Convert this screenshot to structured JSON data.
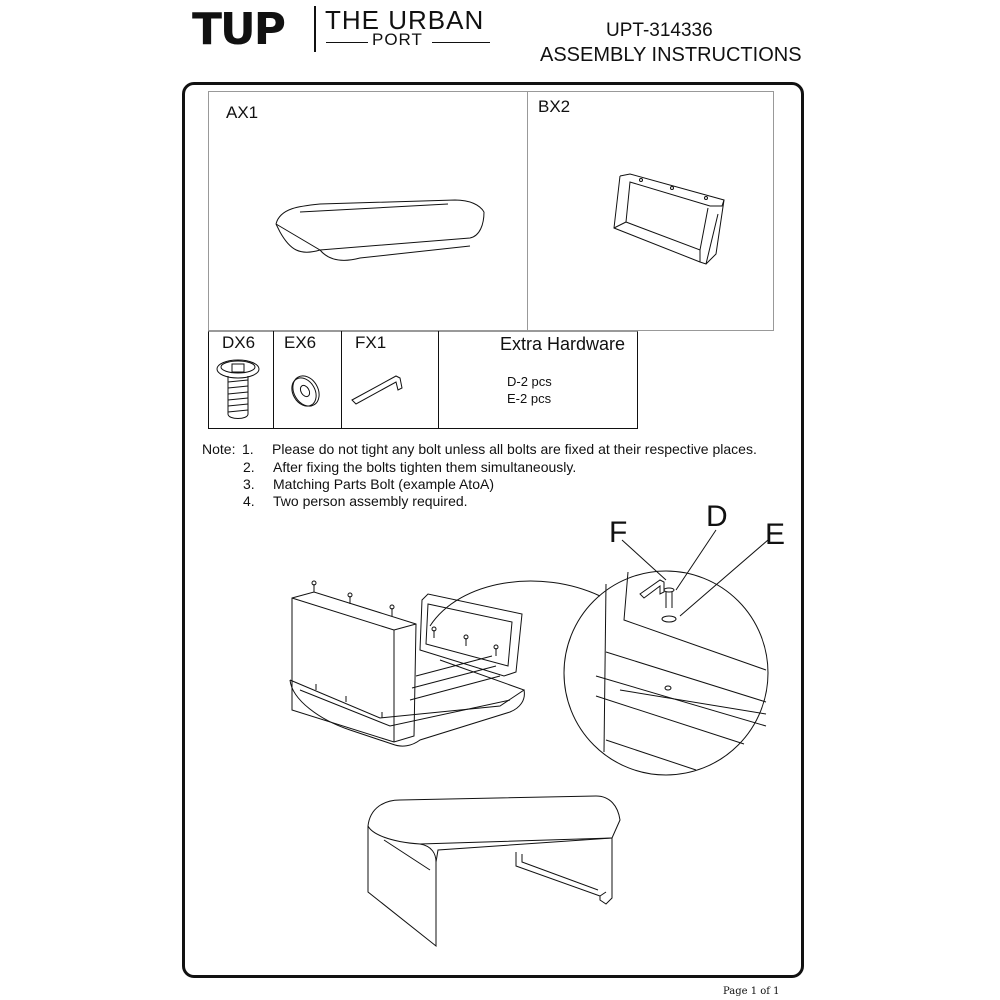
{
  "header": {
    "logo_mark": "TUP",
    "brand_line1": "THE URBAN",
    "brand_line2": "PORT",
    "doc_code": "UPT-314336",
    "doc_title": "ASSEMBLY INSTRUCTIONS"
  },
  "parts": [
    {
      "label": "AX1"
    },
    {
      "label": "BX2"
    }
  ],
  "hardware": [
    {
      "label": "DX6",
      "icon": "bolt-icon"
    },
    {
      "label": "EX6",
      "icon": "washer-icon"
    },
    {
      "label": "FX1",
      "icon": "allen-key-icon"
    }
  ],
  "extra_hardware": {
    "title": "Extra Hardware",
    "lines": [
      "D-2 pcs",
      "E-2 pcs"
    ]
  },
  "notes": {
    "prefix": "Note:",
    "items": [
      {
        "num": "1.",
        "text": "Please do not tight any bolt unless all bolts are fixed at their respective places."
      },
      {
        "num": "2.",
        "text": "After fixing the bolts tighten them simultaneously."
      },
      {
        "num": "3.",
        "text": "Matching Parts Bolt (example AtoA)"
      },
      {
        "num": "4.",
        "text": "Two person assembly required."
      }
    ]
  },
  "callouts": {
    "f": "F",
    "d": "D",
    "e": "E"
  },
  "footer": {
    "page": "Page 1 of 1"
  },
  "colors": {
    "line": "#111111",
    "border_light": "#999999",
    "background": "#ffffff"
  }
}
